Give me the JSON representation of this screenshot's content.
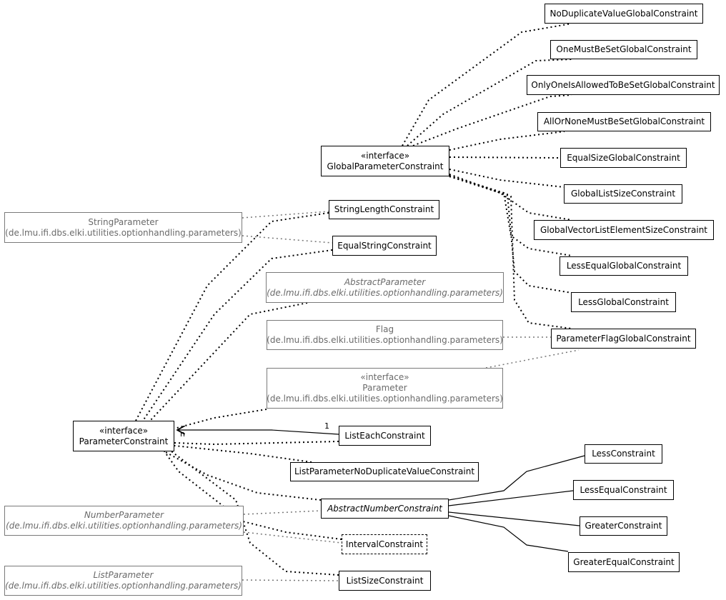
{
  "stereotype": "«interface»",
  "nodes": {
    "NoDuplicateValueGlobalConstraint": {
      "name": "NoDuplicateValueGlobalConstraint"
    },
    "OneMustBeSetGlobalConstraint": {
      "name": "OneMustBeSetGlobalConstraint"
    },
    "OnlyOneIsAllowedToBeSetGlobalConstraint": {
      "name": "OnlyOneIsAllowedToBeSetGlobalConstraint"
    },
    "AllOrNoneMustBeSetGlobalConstraint": {
      "name": "AllOrNoneMustBeSetGlobalConstraint"
    },
    "GlobalParameterConstraint": {
      "name": "GlobalParameterConstraint"
    },
    "EqualSizeGlobalConstraint": {
      "name": "EqualSizeGlobalConstraint"
    },
    "GlobalListSizeConstraint": {
      "name": "GlobalListSizeConstraint"
    },
    "StringParameter": {
      "name": "StringParameter",
      "package": "(de.lmu.ifi.dbs.elki.utilities.optionhandling.parameters)"
    },
    "StringLengthConstraint": {
      "name": "StringLengthConstraint"
    },
    "GlobalVectorListElementSizeConstraint": {
      "name": "GlobalVectorListElementSizeConstraint"
    },
    "EqualStringConstraint": {
      "name": "EqualStringConstraint"
    },
    "LessEqualGlobalConstraint": {
      "name": "LessEqualGlobalConstraint"
    },
    "AbstractParameter": {
      "name": "AbstractParameter",
      "package": "(de.lmu.ifi.dbs.elki.utilities.optionhandling.parameters)"
    },
    "LessGlobalConstraint": {
      "name": "LessGlobalConstraint"
    },
    "Flag": {
      "name": "Flag",
      "package": "(de.lmu.ifi.dbs.elki.utilities.optionhandling.parameters)"
    },
    "ParameterFlagGlobalConstraint": {
      "name": "ParameterFlagGlobalConstraint"
    },
    "Parameter": {
      "name": "Parameter",
      "package": "(de.lmu.ifi.dbs.elki.utilities.optionhandling.parameters)"
    },
    "ParameterConstraint": {
      "name": "ParameterConstraint"
    },
    "ListEachConstraint": {
      "name": "ListEachConstraint"
    },
    "LessConstraint": {
      "name": "LessConstraint"
    },
    "ListParameterNoDuplicateValueConstraint": {
      "name": "ListParameterNoDuplicateValueConstraint"
    },
    "LessEqualConstraint": {
      "name": "LessEqualConstraint"
    },
    "AbstractNumberConstraint": {
      "name": "AbstractNumberConstraint"
    },
    "NumberParameter": {
      "name": "NumberParameter",
      "package": "(de.lmu.ifi.dbs.elki.utilities.optionhandling.parameters)"
    },
    "GreaterConstraint": {
      "name": "GreaterConstraint"
    },
    "IntervalConstraint": {
      "name": "IntervalConstraint"
    },
    "GreaterEqualConstraint": {
      "name": "GreaterEqualConstraint"
    },
    "ListParameter": {
      "name": "ListParameter",
      "package": "(de.lmu.ifi.dbs.elki.utilities.optionhandling.parameters)"
    },
    "ListSizeConstraint": {
      "name": "ListSizeConstraint"
    }
  },
  "labels": {
    "assoc_one": "1",
    "assoc_n": "n"
  }
}
